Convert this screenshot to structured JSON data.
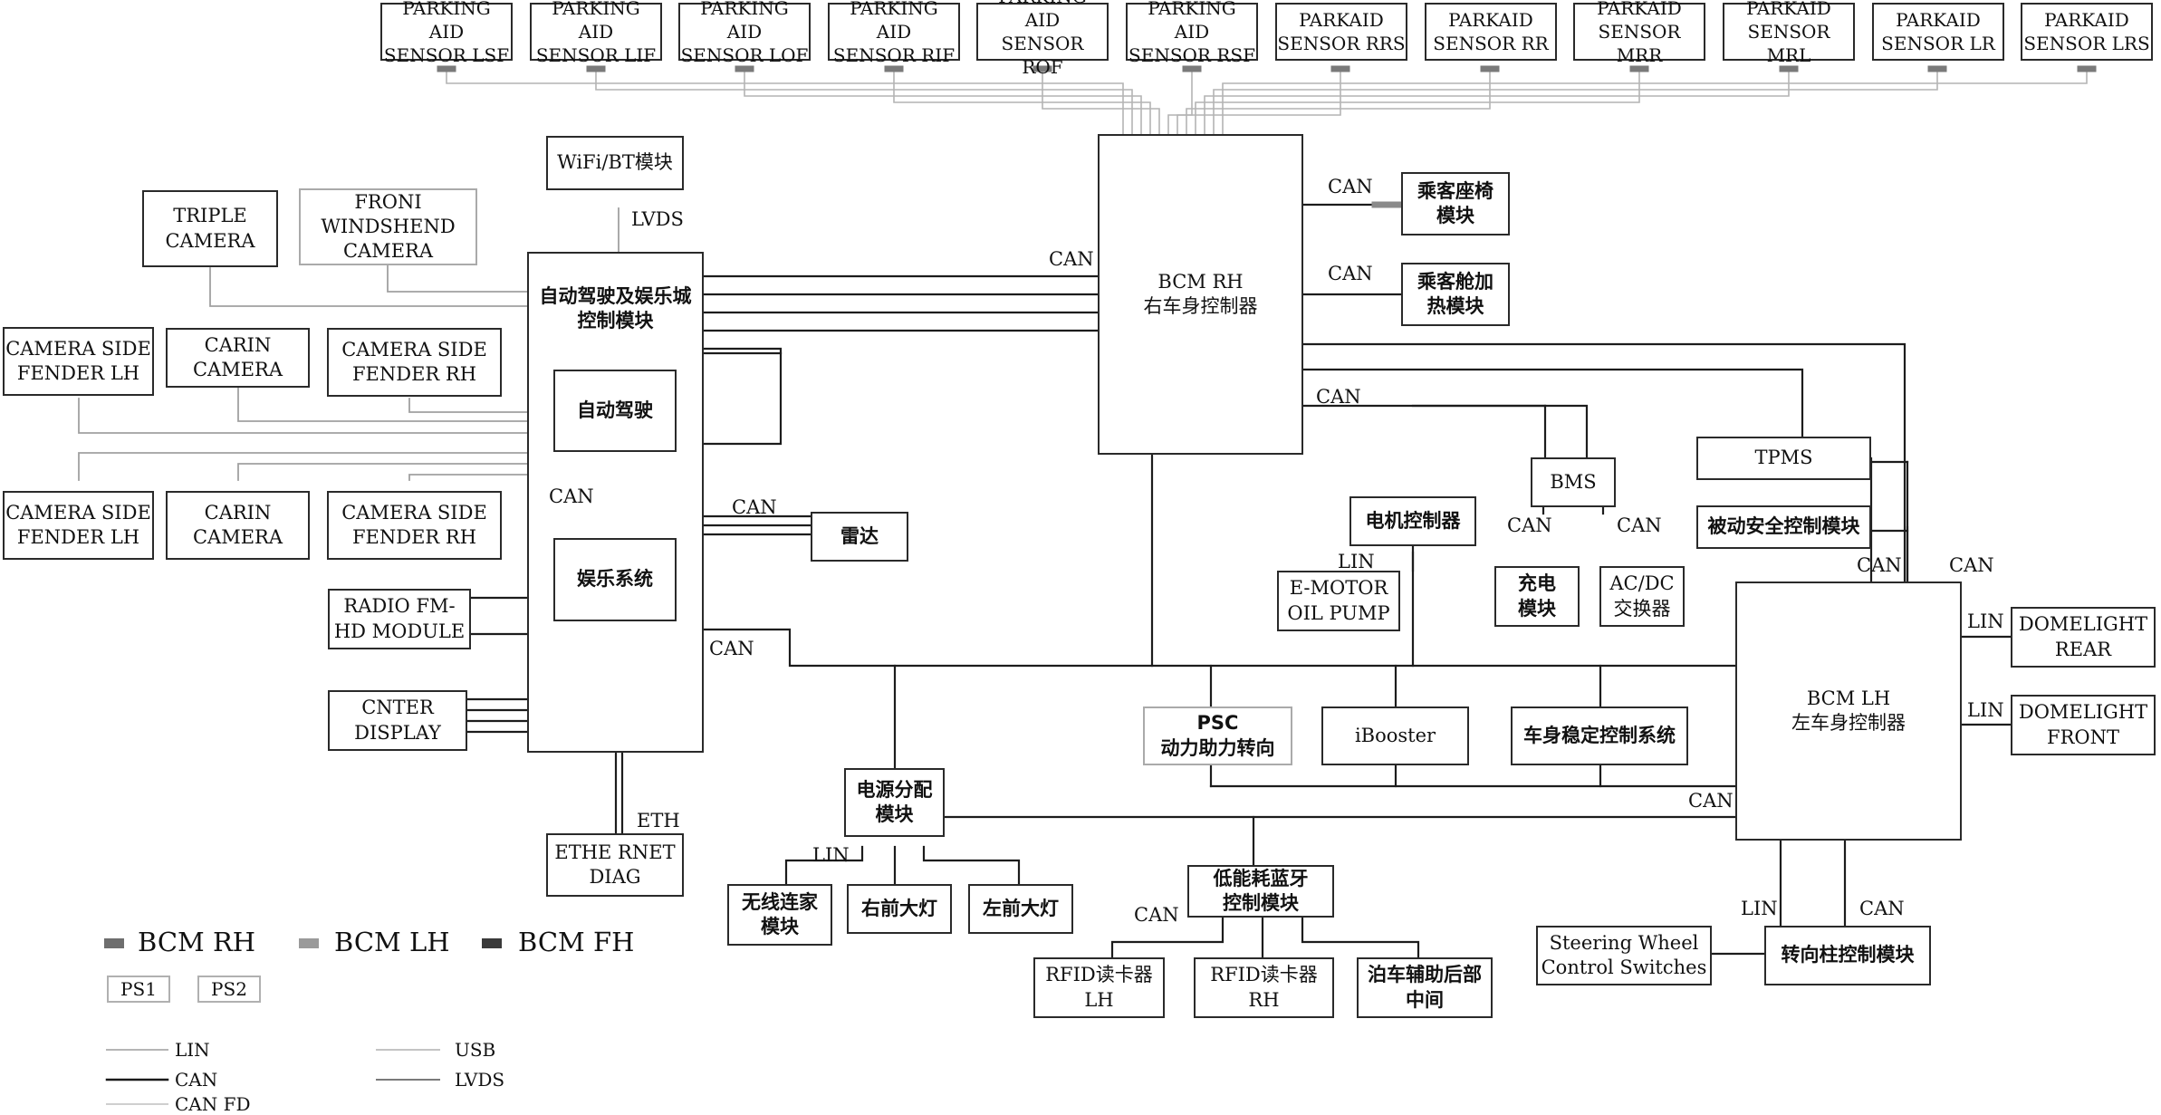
{
  "sensors": [
    "PARKING AID\nSENSOR LSF",
    "PARKING AID\nSENSOR LIF",
    "PARKING AID\nSENSOR LOF",
    "PARKING AID\nSENSOR RIF",
    "PARKING AID\nSENSOR ROF",
    "PARKING AID\nSENSOR RSF",
    "PARKAID\nSENSOR RRS",
    "PARKAID\nSENSOR RR",
    "PARKAID\nSENSOR MRR",
    "PARKAID\nSENSOR MRL",
    "PARKAID\nSENSOR LR",
    "PARKAID\nSENSOR LRS"
  ],
  "modules": {
    "wifi": "WiFi/BT模块",
    "triple_camera": "TRIPLE\nCAMERA",
    "front_camera": "FRONI\nWINDSHEND\nCAMERA",
    "adas_main": "自动驾驶及娱乐城\n控制模块",
    "adas": "自动驾驶",
    "infotainment": "娱乐系统",
    "cam_side_lh_1": "CAMERA SIDE\nFENDER LH",
    "carin_cam_1": "CARIN\nCAMERA",
    "cam_side_rh_1": "CAMERA SIDE\nFENDER RH",
    "cam_side_lh_2": "CAMERA SIDE\nFENDER LH",
    "carin_cam_2": "CARIN\nCAMERA",
    "cam_side_rh_2": "CAMERA SIDE\nFENDER RH",
    "radio": "RADIO FM-\nHD MODULE",
    "center_display": "CNTER\nDISPLAY",
    "ethernet_diag": "ETHE RNET\nDIAG",
    "radar": "雷达",
    "bcm_rh": "BCM RH\n右车身控制器",
    "passenger_seat": "乘客座椅\n模块",
    "cabin_heat": "乘客舱加\n热模块",
    "motor_ctrl": "电机控制器",
    "bms": "BMS",
    "emotor_pump": "E-MOTOR\nOIL PUMP",
    "charger": "充电\n模块",
    "acdc": "AC/DC\n交换器",
    "tpms": "TPMS",
    "passive_safety": "被动安全控制模块",
    "bcm_lh": "BCM LH\n左车身控制器",
    "dome_rear": "DOMELIGHT\nREAR",
    "dome_front": "DOMELIGHT\nFRONT",
    "psc": "PSC\n动力助力转向",
    "ibooster": "iBooster",
    "esc": "车身稳定控制系统",
    "power_dist": "电源分配\n模块",
    "wireless_home": "无线连家\n模块",
    "headlamp_r": "右前大灯",
    "headlamp_l": "左前大灯",
    "ble": "低能耗蓝牙\n控制模块",
    "rfid_lh": "RFID读卡器\nLH",
    "rfid_rh": "RFID读卡器\nRH",
    "park_assist_rear": "泊车辅助后部\n中间",
    "steering_switches": "Steering Wheel\nControl Switches",
    "steering_column": "转向柱控制模块"
  },
  "bus_labels": {
    "lvds": "LVDS",
    "eth": "ETH",
    "can": "CAN",
    "lin": "LIN"
  },
  "legend": {
    "bcm_rh": "BCM RH",
    "bcm_lh": "BCM LH",
    "bcm_fh": "BCM FH",
    "ps1": "PS1",
    "ps2": "PS2",
    "lin": "LIN",
    "can": "CAN",
    "can_fd": "CAN FD",
    "usb": "USB",
    "lvds": "LVDS"
  },
  "colors": {
    "bcm_rh": "#6e6e6e",
    "bcm_lh": "#9a9a9a",
    "bcm_fh": "#3a3a3a",
    "lin": "#b5b5b5",
    "can": "#1a1a1a",
    "can_fd": "#cfcfcf",
    "usb": "#c4c4c4",
    "lvds": "#7a7a7a"
  }
}
